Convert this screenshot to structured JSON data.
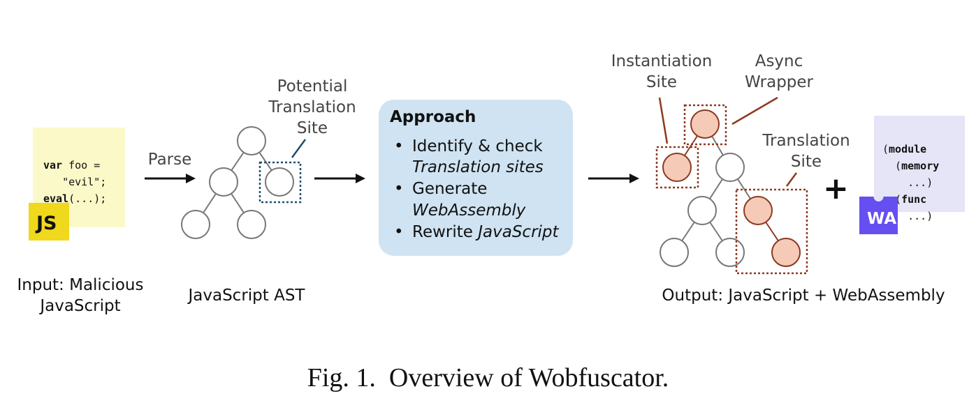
{
  "input": {
    "code_line1_kw": "var",
    "code_line1_rest": " foo =",
    "code_line2": "   \"evil\";",
    "code_line3_kw": "eval",
    "code_line3_rest": "(...);",
    "badge": "JS",
    "label_line1": "Input: Malicious",
    "label_line2": "JavaScript"
  },
  "parse_label": "Parse",
  "ast": {
    "callout_line1": "Potential",
    "callout_line2": "Translation",
    "callout_line3": "Site",
    "label": "JavaScript AST"
  },
  "approach": {
    "title": "Approach",
    "bullet1": "Identify & check",
    "bullet1_italic": "Translation sites",
    "bullet2": "Generate",
    "bullet2_italic": "WebAssembly",
    "bullet3": "Rewrite ",
    "bullet3_italic": "JavaScript",
    "bullet_symbol": "•"
  },
  "output": {
    "instantiation_line1": "Instantiation",
    "instantiation_line2": "Site",
    "async_line1": "Async",
    "async_line2": "Wrapper",
    "translation_line1": "Translation",
    "translation_line2": "Site",
    "plus": "+",
    "wa_line1_a": "(",
    "wa_line1_b": "module",
    "wa_line2_a": "  (",
    "wa_line2_b": "memory",
    "wa_line3": "    ...)",
    "wa_line4_a": "  (",
    "wa_line4_b": "func",
    "wa_line5": "    ...)",
    "wa_badge": "WA",
    "label": "Output: JavaScript + WebAssembly"
  },
  "caption": "Fig. 1.  Overview of Wobfuscator.",
  "colors": {
    "note_yellow": "#fbf9c8",
    "js_badge": "#f0d81d",
    "approach_box": "#cfe3f2",
    "highlight_node": "#f5cbb8",
    "highlight_stroke": "#8b3a20",
    "ast_dashed": "#1f4e6b",
    "wa_note": "#e6e4f7",
    "wa_badge": "#654ff0"
  }
}
